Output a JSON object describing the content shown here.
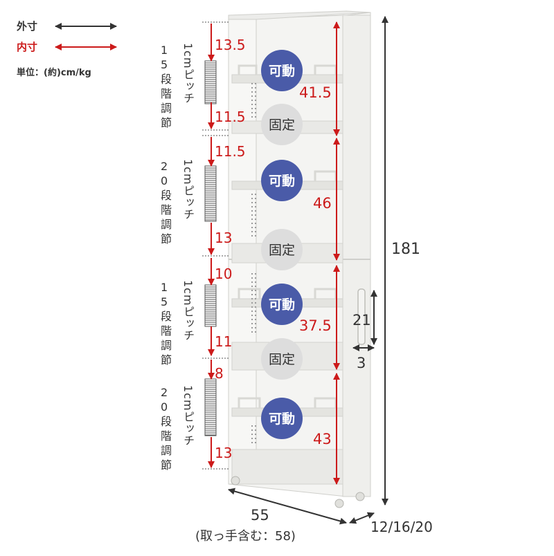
{
  "legend": {
    "outer_label": "外寸",
    "inner_label": "内寸",
    "unit_note": "単位：(約)cm/kg"
  },
  "colors": {
    "outer": "#333333",
    "inner": "#cc1a1a",
    "badge_movable": "#4a5ba8",
    "badge_fixed": "#dddddd",
    "shelf": "#e9e9e6"
  },
  "adjust_groups": [
    {
      "steps": "15",
      "unit": "段階調節",
      "pitch": "1cmピッチ"
    },
    {
      "steps": "20",
      "unit": "段階調節",
      "pitch": "1cmピッチ"
    },
    {
      "steps": "15",
      "unit": "段階調節",
      "pitch": "1cmピッチ"
    },
    {
      "steps": "20",
      "unit": "段階調節",
      "pitch": "1cmピッチ"
    }
  ],
  "left_dims": [
    "13.5",
    "11.5",
    "11.5",
    "13",
    "10",
    "11",
    "8",
    "13"
  ],
  "inner_heights": [
    "41.5",
    "46",
    "37.5",
    "43"
  ],
  "badges": {
    "movable": "可動",
    "fixed": "固定"
  },
  "outer": {
    "height": "181",
    "width": "55",
    "width_note": "(取っ手含む：58)",
    "depth": "12/16/20",
    "handle_height": "21",
    "handle_depth": "3"
  }
}
